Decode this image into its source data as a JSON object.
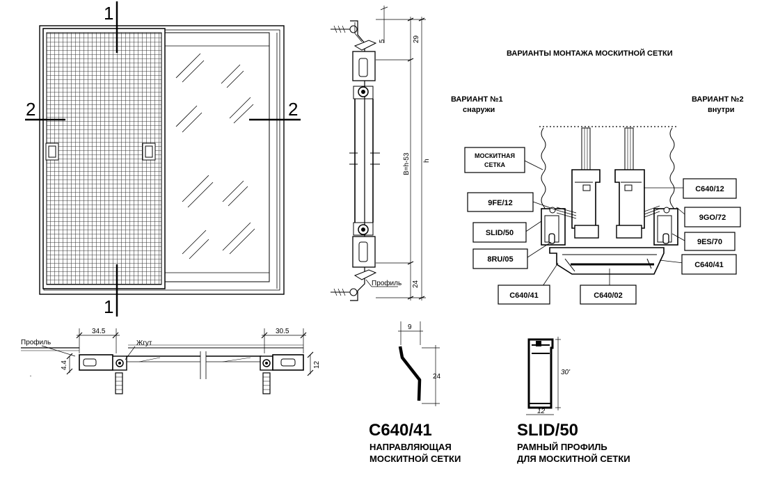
{
  "front_view": {
    "section_1_top": "1",
    "section_1_bottom": "1",
    "section_2_left": "2",
    "section_2_right": "2"
  },
  "vertical_section": {
    "dim_top_small": "5",
    "dim_top": "29",
    "dim_inner": "B=h-53",
    "dim_total": "h",
    "dim_bottom": "24",
    "profile_label": "Профиль"
  },
  "mounting": {
    "title": "ВАРИАНТЫ МОНТАЖА МОСКИТНОЙ СЕТКИ",
    "variant1_title": "ВАРИАНТ №1",
    "variant1_sub": "снаружи",
    "variant2_title": "ВАРИАНТ №2",
    "variant2_sub": "внутри",
    "labels": {
      "mesh_line1": "МОСКИТНАЯ",
      "mesh_line2": "СЕТКА",
      "fe": "9FE/12",
      "slid": "SLID/50",
      "ru": "8RU/05",
      "c640_41_left": "C640/41",
      "c640_02": "C640/02",
      "c640_12": "C640/12",
      "go": "9GO/72",
      "es": "9ES/70",
      "c640_41_right": "C640/41"
    }
  },
  "horizontal_section": {
    "profile_label": "Профиль",
    "zhgut_label": "Жгут",
    "dim_left": "34.5",
    "dim_right": "30.5",
    "dim_height_left": "4.4",
    "dim_height_right": "12"
  },
  "profile_c640": {
    "dim_width": "9",
    "dim_height": "24",
    "code": "C640/41",
    "desc_line1": "НАПРАВЛЯЮЩАЯ",
    "desc_line2": "МОСКИТНОЙ СЕТКИ"
  },
  "profile_slid": {
    "dim_height": "30'",
    "dim_width": "12",
    "code": "SLID/50",
    "desc_line1": "РАМНЫЙ ПРОФИЛЬ",
    "desc_line2": "ДЛЯ МОСКИТНОЙ СЕТКИ"
  }
}
